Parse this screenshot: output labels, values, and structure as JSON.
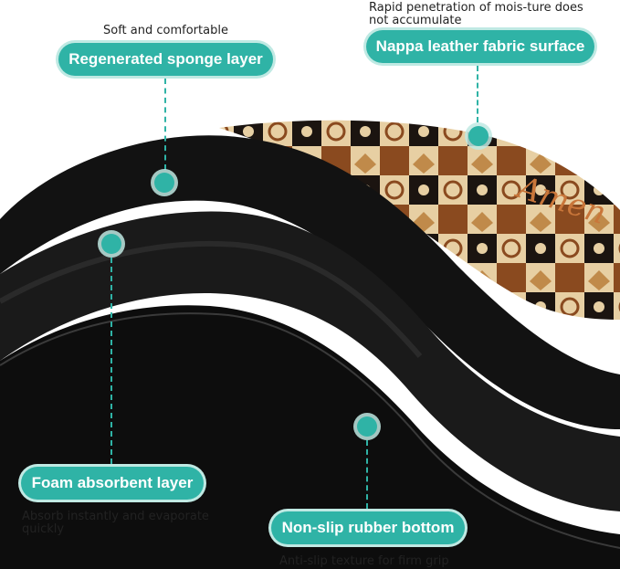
{
  "colors": {
    "accent": "#2fb3a6",
    "mat": "#151515",
    "pattern_tan": "#e7cfa3",
    "pattern_brown": "#8a4a1f"
  },
  "callouts": {
    "sponge": {
      "caption": "Soft and comfortable",
      "label": "Regenerated sponge layer"
    },
    "leather": {
      "caption_line1": "Rapid penetration of mois-ture does",
      "caption_line2": "not accumulate",
      "label": "Nappa leather fabric surface"
    },
    "foam": {
      "label": "Foam absorbent layer",
      "caption_line1": "Absorb instantly and evaporate",
      "caption_line2": "quickly"
    },
    "rubber": {
      "label": "Non-slip rubber bottom",
      "caption": "Anti-slip texture for firm grip"
    }
  },
  "photo_icons": [
    "layered-mat-icon",
    "pattern-tile-icon"
  ]
}
